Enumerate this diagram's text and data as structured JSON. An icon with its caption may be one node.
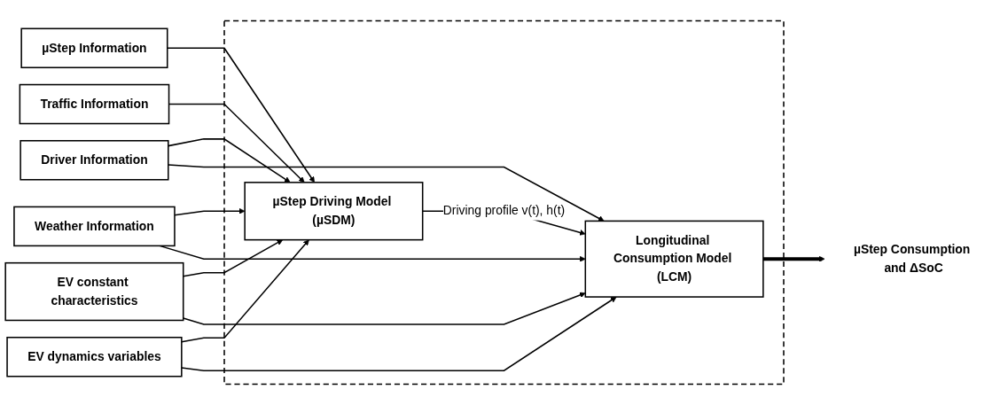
{
  "diagram": {
    "nodes": [
      {
        "text": [
          "µStep Information"
        ]
      },
      {
        "text": [
          "Traffic Information"
        ]
      },
      {
        "text": [
          "Driver Information"
        ]
      },
      {
        "text": [
          "Weather Information"
        ]
      },
      {
        "text": [
          "EV dynamics variables"
        ]
      },
      {
        "text": [
          "EV constant characteristics"
        ]
      },
      {
        "text": [],
        "shape": "box"
      },
      {
        "text": [
          "µStep Driving Model (µSDM)"
        ],
        "in": 6
      },
      {
        "text": [
          "Longitudinal Consumption Model (LCM)"
        ],
        "in": 6
      },
      {
        "text": [
          "µStep Consumption and ΔSoC"
        ]
      }
    ],
    "edges": [
      {
        "from": 0,
        "to": 7,
        "arrow": "to"
      },
      {
        "from": 1,
        "to": 7,
        "arrow": "to"
      },
      {
        "from": 2,
        "to": 7,
        "arrow": "to"
      },
      {
        "from": 3,
        "to": 7,
        "arrow": "to"
      },
      {
        "from": 4,
        "to": 7,
        "arrow": "to"
      },
      {
        "from": 5,
        "to": 7,
        "arrow": "to"
      },
      {
        "from": 7,
        "to": 8,
        "arrow": "to",
        "label": "Driving profile v(t), h(t)"
      },
      {
        "from": 5,
        "to": 8,
        "arrow": "to"
      },
      {
        "from": 2,
        "to": 8,
        "arrow": "to"
      },
      {
        "from": 3,
        "to": 8,
        "arrow": "to"
      },
      {
        "from": 4,
        "to": 8,
        "arrow": "to"
      },
      {
        "from": 8,
        "to": 9,
        "arrow": "to",
        "style": "thick"
      }
    ]
  }
}
